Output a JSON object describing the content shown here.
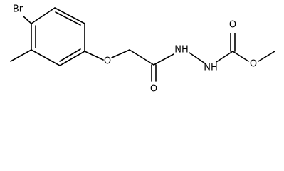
{
  "colors": {
    "bond": "#000000",
    "label": "#000000",
    "background": "#ffffff"
  },
  "atoms": {
    "br": "Br",
    "ether_o": "O",
    "carbonyl_o_amide": "O",
    "nh_1": "NH",
    "nh_2": "NH",
    "carbonyl_o_ester": "O",
    "ester_o": "O"
  }
}
